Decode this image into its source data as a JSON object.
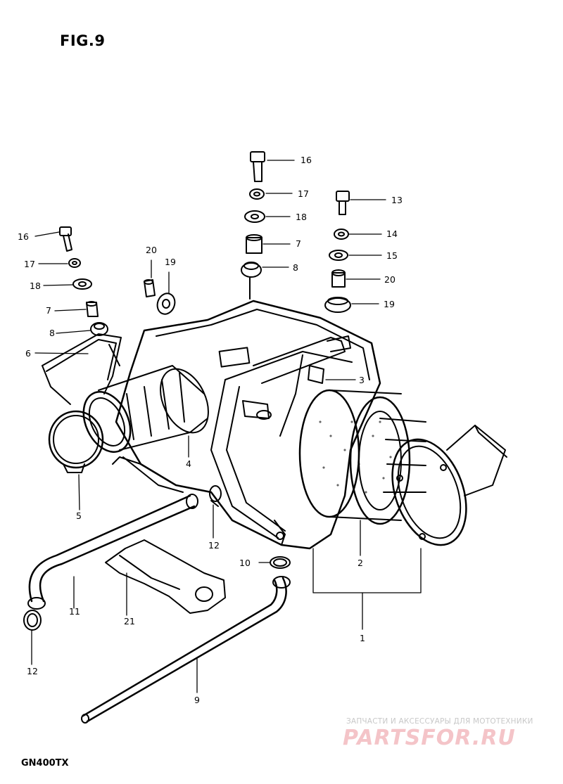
{
  "figure": {
    "title": "FIG.9",
    "model": "GN400TX"
  },
  "watermark": {
    "caption": "ЗАПЧАСТИ И АКСЕССУАРЫ ДЛЯ МОТОТЕХНИКИ",
    "brand": "PARTSFOR.RU",
    "color": "#f4c4c8"
  },
  "callouts": {
    "c1": "1",
    "c2": "2",
    "c3": "3",
    "c4": "4",
    "c5": "5",
    "c6": "6",
    "c7_left": "7",
    "c7_center": "7",
    "c8_left": "8",
    "c8_center": "8",
    "c9": "9",
    "c10": "10",
    "c11": "11",
    "c12_upper": "12",
    "c12_lower": "12",
    "c13": "13",
    "c14": "14",
    "c15": "15",
    "c16_left": "16",
    "c16_center": "16",
    "c17_left": "17",
    "c17_center": "17",
    "c18_left": "18",
    "c18_center": "18",
    "c19_left": "19",
    "c19_right": "19",
    "c20_left": "20",
    "c20_right": "20",
    "c21": "21"
  }
}
